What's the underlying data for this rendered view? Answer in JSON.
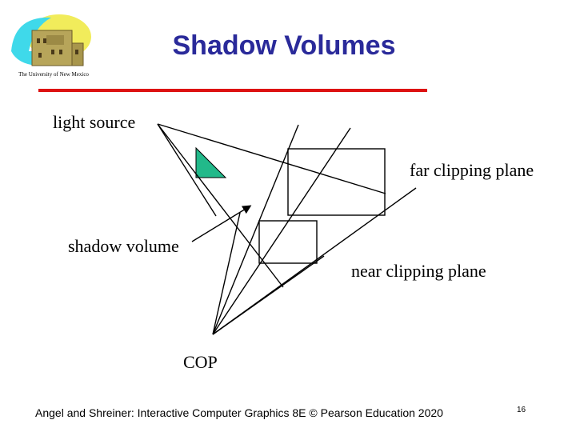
{
  "logo": {
    "caption": "The University of New Mexico"
  },
  "title": "Shadow Volumes",
  "colors": {
    "title": "#2a2a9a",
    "rule": "#dd1111",
    "occluder": "#22b98a",
    "stroke": "#000000",
    "logo_sky": "#3fd9ea",
    "logo_sun": "#f1ec5b",
    "logo_building": "#b7a55a"
  },
  "labels": {
    "light_source": "light source",
    "far_clipping_plane": "far clipping plane",
    "shadow_volume": "shadow volume",
    "near_clipping_plane": "near clipping plane",
    "cop": "COP"
  },
  "footer": {
    "credit": "Angel and Shreiner: Interactive Computer Graphics 8E © Pearson Education 2020",
    "page": "16"
  }
}
